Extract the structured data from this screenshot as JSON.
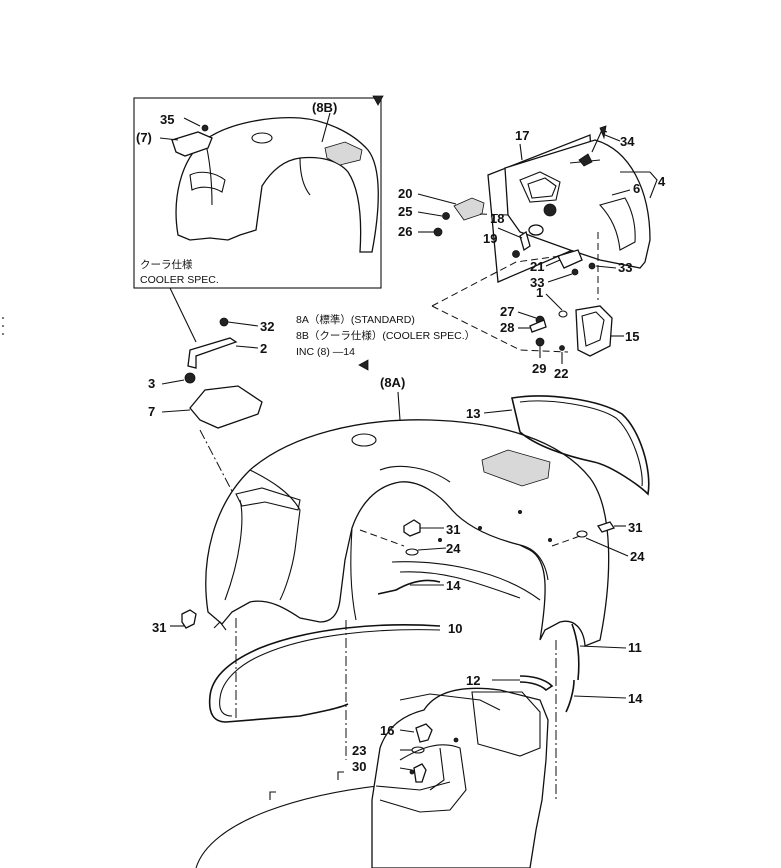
{
  "callouts": {
    "inset_cooler_jp": "クーラ仕様",
    "inset_cooler_en": "COOLER SPEC.",
    "label_8B_top": "(8B)",
    "label_7_inset": "(7)",
    "note_8A": "8A（標準）(STANDARD)",
    "note_8B": "8B（クーラ仕様）(COOLER SPEC.）",
    "note_inc": "INC (8) —14",
    "label_8A": "(8A)"
  },
  "part_numbers": {
    "n35": "35",
    "n17": "17",
    "n34": "34",
    "n4": "4",
    "n6": "6",
    "n20": "20",
    "n25": "25",
    "n18": "18",
    "n26": "26",
    "n19": "19",
    "n21": "21",
    "n33a": "33",
    "n33b": "33",
    "n1": "1",
    "n27": "27",
    "n28": "28",
    "n15": "15",
    "n29": "29",
    "n22": "22",
    "n32": "32",
    "n2": "2",
    "n3": "3",
    "n7": "7",
    "n13": "13",
    "n31a": "31",
    "n24a": "24",
    "n31b": "31",
    "n24b": "24",
    "n14a": "14",
    "n31c": "31",
    "n10": "10",
    "n11": "11",
    "n12": "12",
    "n14b": "14",
    "n16": "16",
    "n23": "23",
    "n30": "30"
  }
}
